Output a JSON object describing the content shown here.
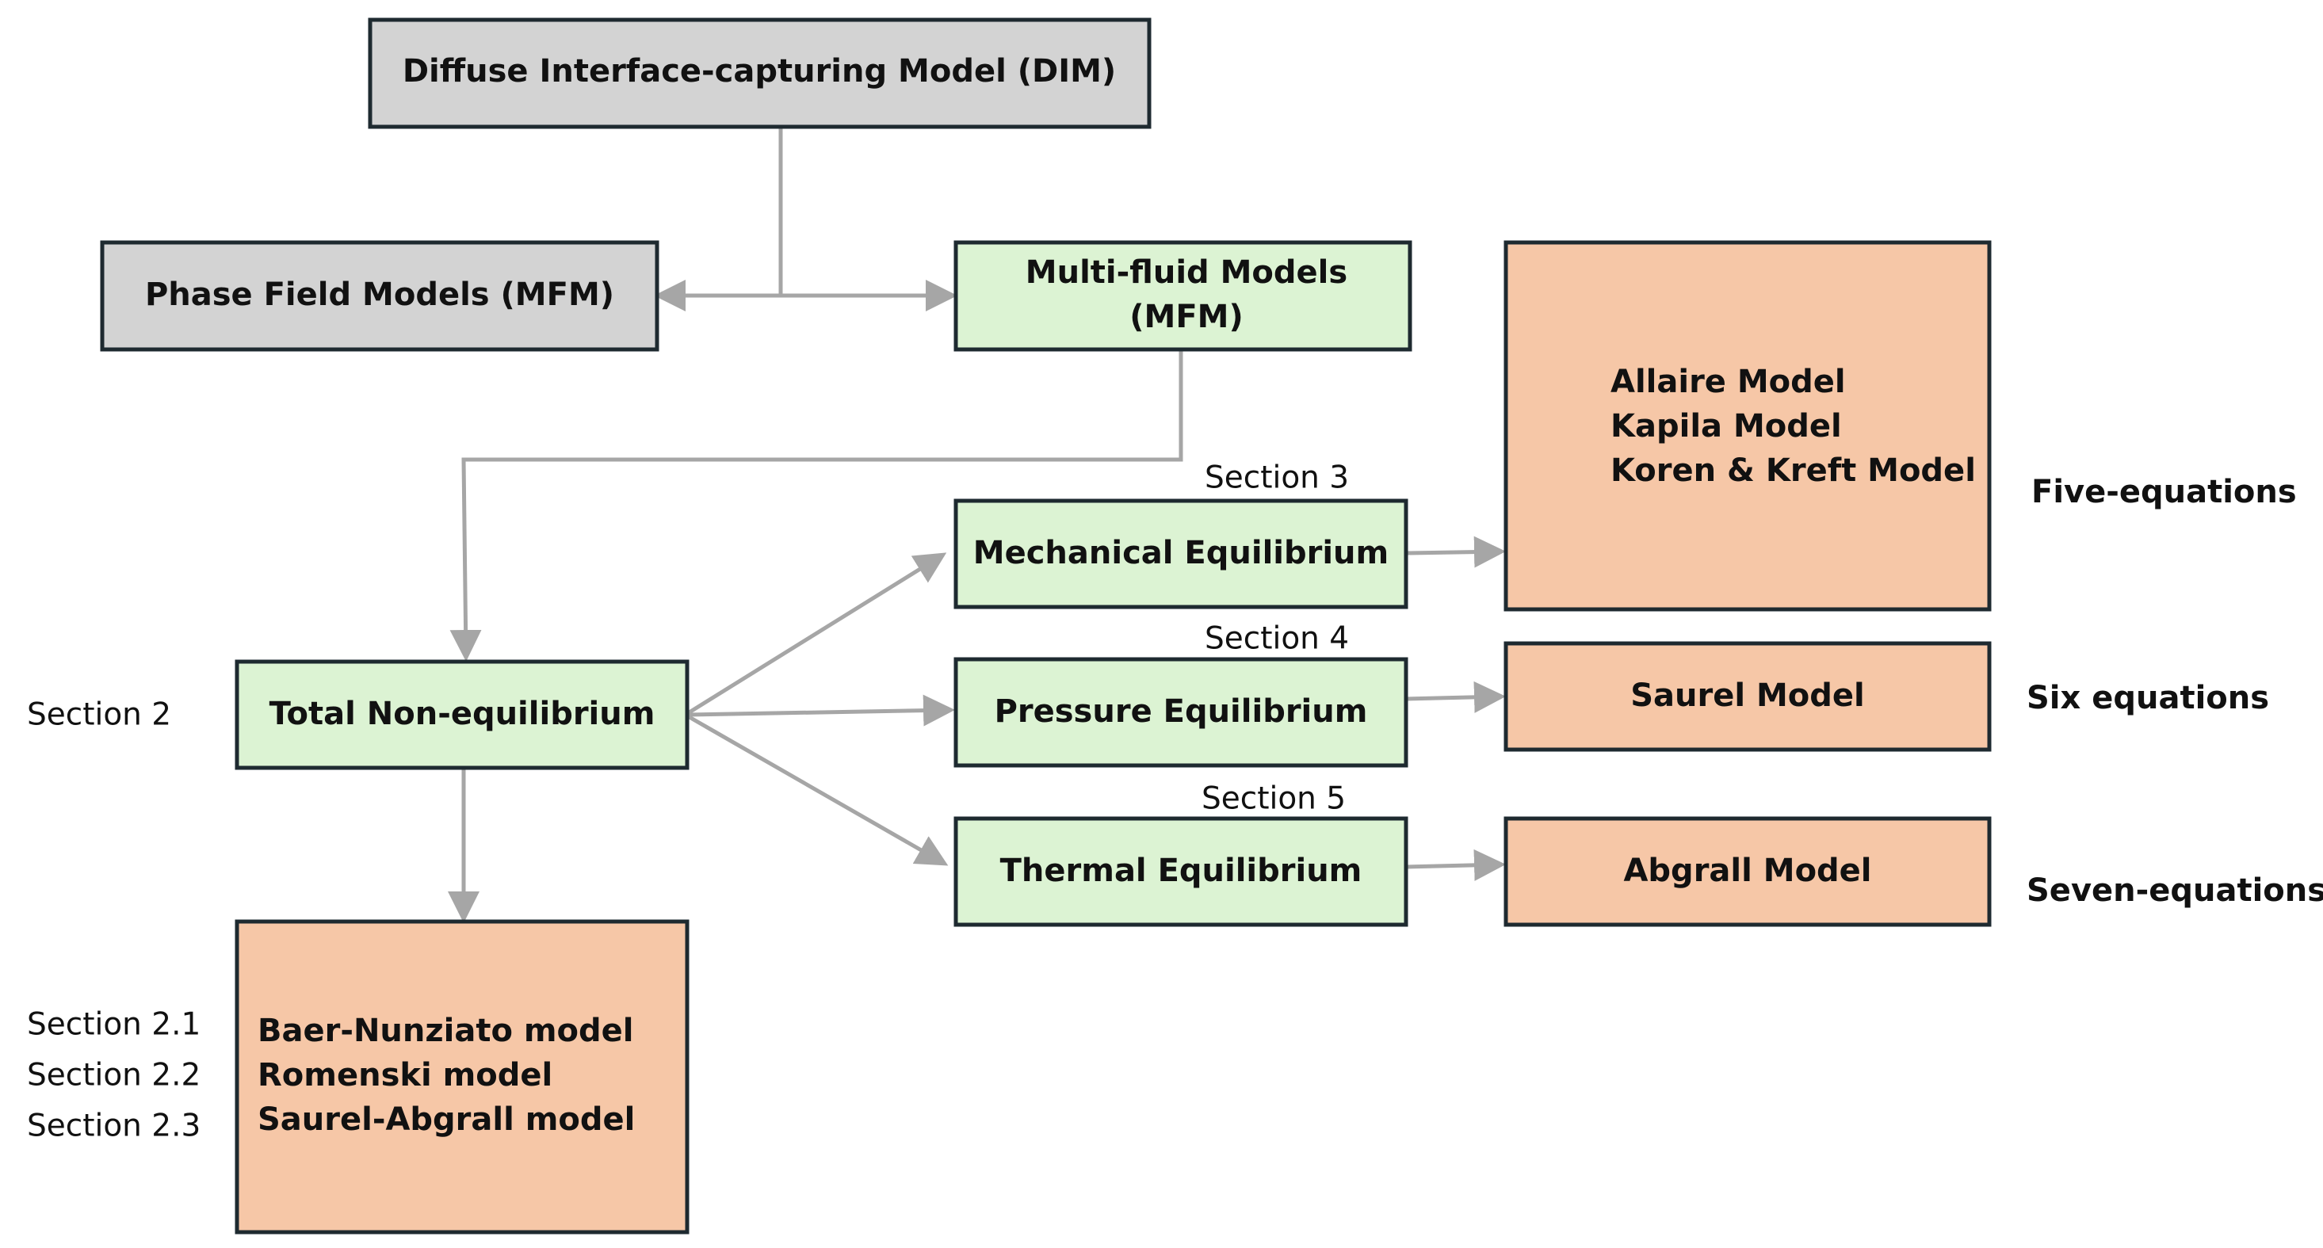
{
  "colors": {
    "grey_box": "#d3d3d3",
    "green_box": "#dcf3d3",
    "orange_box": "#f6c7a7",
    "border": "#1e2a30",
    "connector": "#a6a6a6"
  },
  "nodes": {
    "dim": {
      "lines": [
        "Diffuse Interface-capturing Model (DIM)"
      ]
    },
    "phase_field": {
      "lines": [
        "Phase Field Models (MFM)"
      ]
    },
    "multi_fluid": {
      "lines": [
        "Multi-fluid Models",
        "(MFM)"
      ]
    },
    "total_noneq": {
      "lines": [
        "Total Non-equilibrium"
      ]
    },
    "mechanical": {
      "lines": [
        "Mechanical Equilibrium"
      ]
    },
    "pressure": {
      "lines": [
        "Pressure Equilibrium"
      ]
    },
    "thermal": {
      "lines": [
        "Thermal Equilibrium"
      ]
    },
    "five_eq_models": {
      "lines": [
        "Allaire Model",
        "Kapila Model",
        "Koren & Kreft Model"
      ]
    },
    "saurel": {
      "lines": [
        "Saurel Model"
      ]
    },
    "abgrall": {
      "lines": [
        "Abgrall Model"
      ]
    },
    "noneq_models": {
      "lines": [
        "Baer-Nunziato model",
        "Romenski model",
        "Saurel-Abgrall model"
      ]
    }
  },
  "section_labels": {
    "section_2": "Section 2",
    "section_3": "Section 3",
    "section_4": "Section 4",
    "section_5": "Section 5",
    "section_2_1": "Section 2.1",
    "section_2_2": "Section 2.2",
    "section_2_3": "Section 2.3"
  },
  "equation_labels": {
    "five": "Five-equations",
    "six": "Six equations",
    "seven": "Seven-equations"
  },
  "edges": [
    {
      "from": "dim",
      "to": "phase_field"
    },
    {
      "from": "dim",
      "to": "multi_fluid"
    },
    {
      "from": "multi_fluid",
      "to": "total_noneq"
    },
    {
      "from": "total_noneq",
      "to": "mechanical"
    },
    {
      "from": "total_noneq",
      "to": "pressure"
    },
    {
      "from": "total_noneq",
      "to": "thermal"
    },
    {
      "from": "total_noneq",
      "to": "noneq_models"
    },
    {
      "from": "mechanical",
      "to": "five_eq_models"
    },
    {
      "from": "pressure",
      "to": "saurel"
    },
    {
      "from": "thermal",
      "to": "abgrall"
    }
  ]
}
